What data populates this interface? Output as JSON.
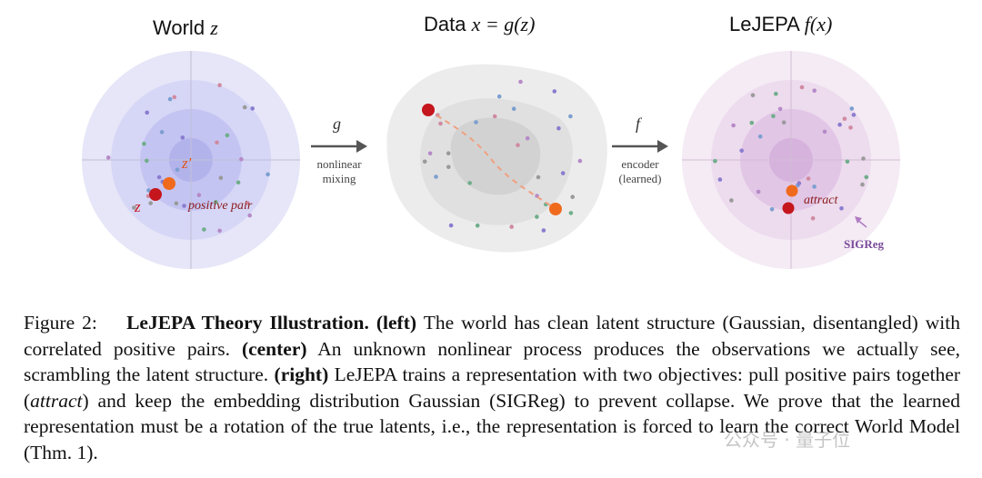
{
  "panels": {
    "left": {
      "title_text": "World",
      "title_math": "z",
      "label_z": "z",
      "label_zprime": "z′",
      "pair_label": "positive pair"
    },
    "center": {
      "title_text": "Data",
      "title_math": "x = g(z)"
    },
    "right": {
      "title_text": "LeJEPA",
      "title_math": "f(x)",
      "attract_label": "attract",
      "sigreg_label": "SIGReg"
    }
  },
  "arrows": {
    "first": {
      "symbol": "g",
      "line1": "nonlinear",
      "line2": "mixing"
    },
    "second": {
      "symbol": "f",
      "line1": "encoder",
      "line2": "(learned)"
    }
  },
  "caption": {
    "prefix": "Figure 2:",
    "title": "LeJEPA Theory Illustration.",
    "left_tag": "(left)",
    "left_text": "The world has clean latent structure (Gaussian, disentangled) with correlated positive pairs.",
    "center_tag": "(center)",
    "center_text": "An unknown nonlinear process produces the observations we actually see, scrambling the latent structure.",
    "right_tag": "(right)",
    "right_text_a": "LeJEPA trains a representation with two objectives: pull positive pairs together (",
    "right_attract": "attract",
    "right_text_b": ") and keep the embedding distribution Gaussian (SIGReg) to prevent collapse. We prove that the learned representation must be a rotation of the true latents, i.e., the representation is forced to learn the correct World Model (Thm. 1)."
  },
  "watermark": "公众号 · 量子位",
  "colors": {
    "left_bg": "#dcdcf4",
    "right_bg": "#f1e4f1",
    "center_bg": "#ececec",
    "anchor_red": "#c4161c",
    "pair_orange": "#f06a1e",
    "dashed": "#f0a080",
    "sigreg": "#7a4a9a"
  }
}
